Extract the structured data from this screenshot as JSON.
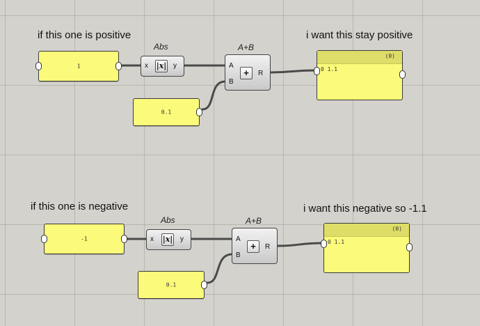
{
  "top": {
    "note_left": "if this one is positive",
    "note_right": "i want this stay positive",
    "input_value": "1",
    "offset_value": "0.1",
    "abs": {
      "title": "Abs",
      "in": "x",
      "out": "y",
      "icon": "|x|"
    },
    "add": {
      "title": "A+B",
      "in_a": "A",
      "in_b": "B",
      "out": "R",
      "icon": "+"
    },
    "output": {
      "header": "(0)",
      "row_index": "0",
      "row_value": "1.1"
    }
  },
  "bottom": {
    "note_left": "if this one is negative",
    "note_right": "i want this negative so -1.1",
    "input_value": "-1",
    "offset_value": "0.1",
    "abs": {
      "title": "Abs",
      "in": "x",
      "out": "y",
      "icon": "|x|"
    },
    "add": {
      "title": "A+B",
      "in_a": "A",
      "in_b": "B",
      "out": "R",
      "icon": "+"
    },
    "output": {
      "header": "(0)",
      "row_index": "0",
      "row_value": "1.1"
    }
  },
  "colors": {
    "panel": "#fbfa7a",
    "panel_header": "#dedd68",
    "canvas": "#d4d2cc",
    "wire": "#4a4a4a"
  }
}
